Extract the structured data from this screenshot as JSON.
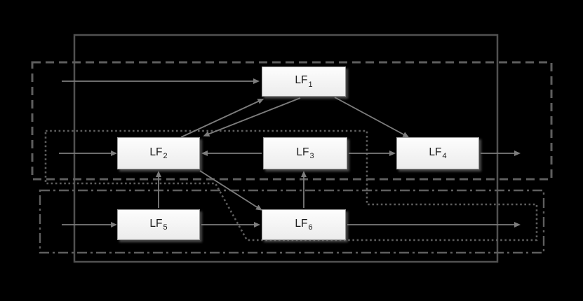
{
  "figure": {
    "background": "#000000",
    "nodes": [
      {
        "id": "LF1",
        "label": "LF",
        "subscript": "1"
      },
      {
        "id": "LF2",
        "label": "LF",
        "subscript": "2"
      },
      {
        "id": "LF3",
        "label": "LF",
        "subscript": "3"
      },
      {
        "id": "LF4",
        "label": "LF",
        "subscript": "4"
      },
      {
        "id": "LF5",
        "label": "LF",
        "subscript": "5"
      },
      {
        "id": "LF6",
        "label": "LF",
        "subscript": "6"
      }
    ],
    "edges": [
      {
        "from": "input-left",
        "to": "LF1"
      },
      {
        "from": "input-left",
        "to": "LF2"
      },
      {
        "from": "input-left",
        "to": "LF5"
      },
      {
        "from": "LF2",
        "to": "LF1"
      },
      {
        "from": "LF1",
        "to": "LF2"
      },
      {
        "from": "LF1",
        "to": "LF4"
      },
      {
        "from": "LF3",
        "to": "LF2"
      },
      {
        "from": "LF3",
        "to": "LF4"
      },
      {
        "from": "LF5",
        "to": "LF2"
      },
      {
        "from": "LF6",
        "to": "LF3"
      },
      {
        "from": "LF5",
        "to": "LF6"
      },
      {
        "from": "LF2",
        "to": "LF6"
      },
      {
        "from": "LF4",
        "to": "output-right"
      },
      {
        "from": "LF6",
        "to": "output-right"
      }
    ],
    "regions": [
      {
        "id": "system-boundary",
        "style": "solid"
      },
      {
        "id": "cluster-dashed",
        "style": "dashed",
        "members": [
          "LF1",
          "LF4"
        ]
      },
      {
        "id": "cluster-dotted",
        "style": "dotted",
        "members": [
          "LF2",
          "LF3",
          "LF6"
        ]
      },
      {
        "id": "cluster-dashdot",
        "style": "dash-dot",
        "members": [
          "LF5",
          "LF6"
        ]
      }
    ],
    "colors": {
      "node_fill": "#f4f4f4",
      "node_border": "#9a9a9a",
      "node_text": "#1c1c1c",
      "line": "#7d7d7d",
      "region_outline": "#5e5e5e"
    }
  }
}
